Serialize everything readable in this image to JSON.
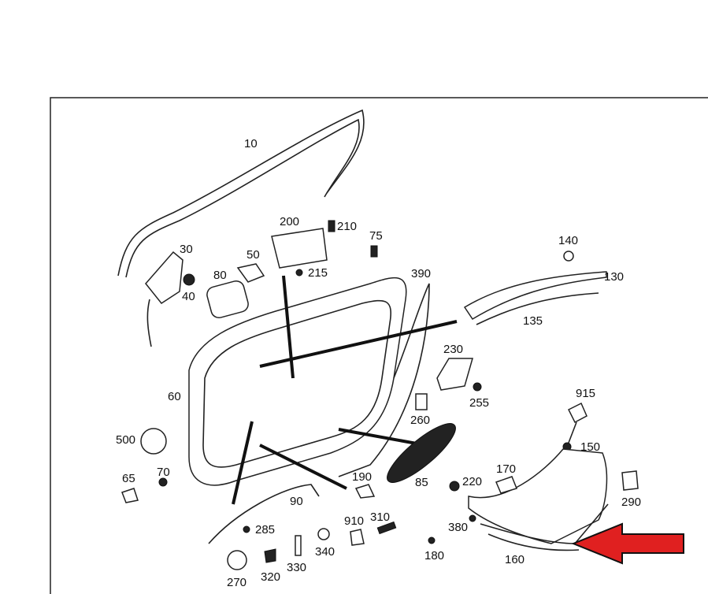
{
  "diagram": {
    "title": "Front door trim panel parts diagram",
    "callout_color": "#e02020",
    "parts": {
      "p10": "10",
      "p30": "30",
      "p40": "40",
      "p50": "50",
      "p80": "80",
      "p200": "200",
      "p210": "210",
      "p75": "75",
      "p215": "215",
      "p390": "390",
      "p140": "140",
      "p130": "130",
      "p135": "135",
      "p230": "230",
      "p255": "255",
      "p260": "260",
      "p915": "915",
      "p150": "150",
      "p60": "60",
      "p500": "500",
      "p65": "65",
      "p70": "70",
      "p90": "90",
      "p190": "190",
      "p85": "85",
      "p220": "220",
      "p170": "170",
      "p290": "290",
      "p910": "910",
      "p310": "310",
      "p285": "285",
      "p380": "380",
      "p180": "180",
      "p160": "160",
      "p340": "340",
      "p330": "330",
      "p320": "320",
      "p270": "270"
    }
  }
}
